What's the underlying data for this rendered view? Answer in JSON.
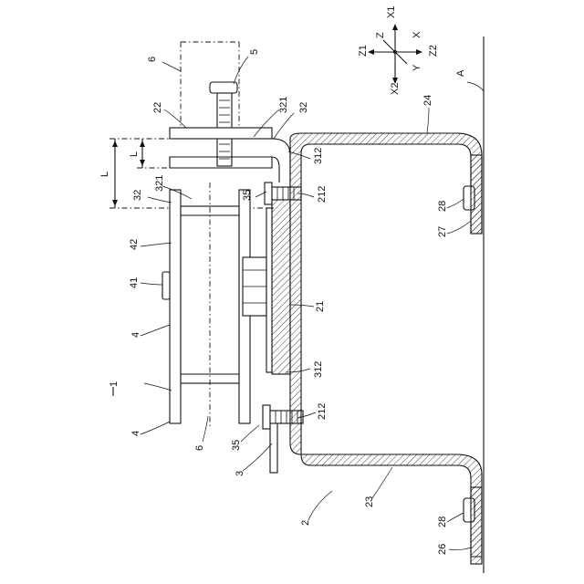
{
  "axes": {
    "x1": "X1",
    "x2": "X2",
    "z": "Z",
    "x": "X",
    "z1": "Z1",
    "z2": "Z2",
    "y": "Y"
  },
  "labels": {
    "rail_6_top": "6",
    "bolt_5": "5",
    "plate_22": "22",
    "ref_321_top": "321",
    "ref_32_top": "32",
    "ref_24": "24",
    "ref_A": "A",
    "dim_L_big": "L",
    "dim_L_small": "L",
    "ref_312_top": "312",
    "ref_32_mid": "32",
    "ref_321_mid": "321",
    "ref_35_top": "35",
    "ref_212_top": "212",
    "ref_28_top": "28",
    "ref_27": "27",
    "ref_42": "42",
    "ref_41": "41",
    "ref_21": "21",
    "ref_4_mid": "4",
    "ref_312_bot": "312",
    "ref_1": "1",
    "ref_212_bot": "212",
    "ref_4_bot": "4",
    "ref_6_bot": "6",
    "ref_35_bot": "35",
    "ref_3": "3",
    "ref_2": "2",
    "ref_23": "23",
    "ref_28_bot": "28",
    "ref_26": "26"
  }
}
